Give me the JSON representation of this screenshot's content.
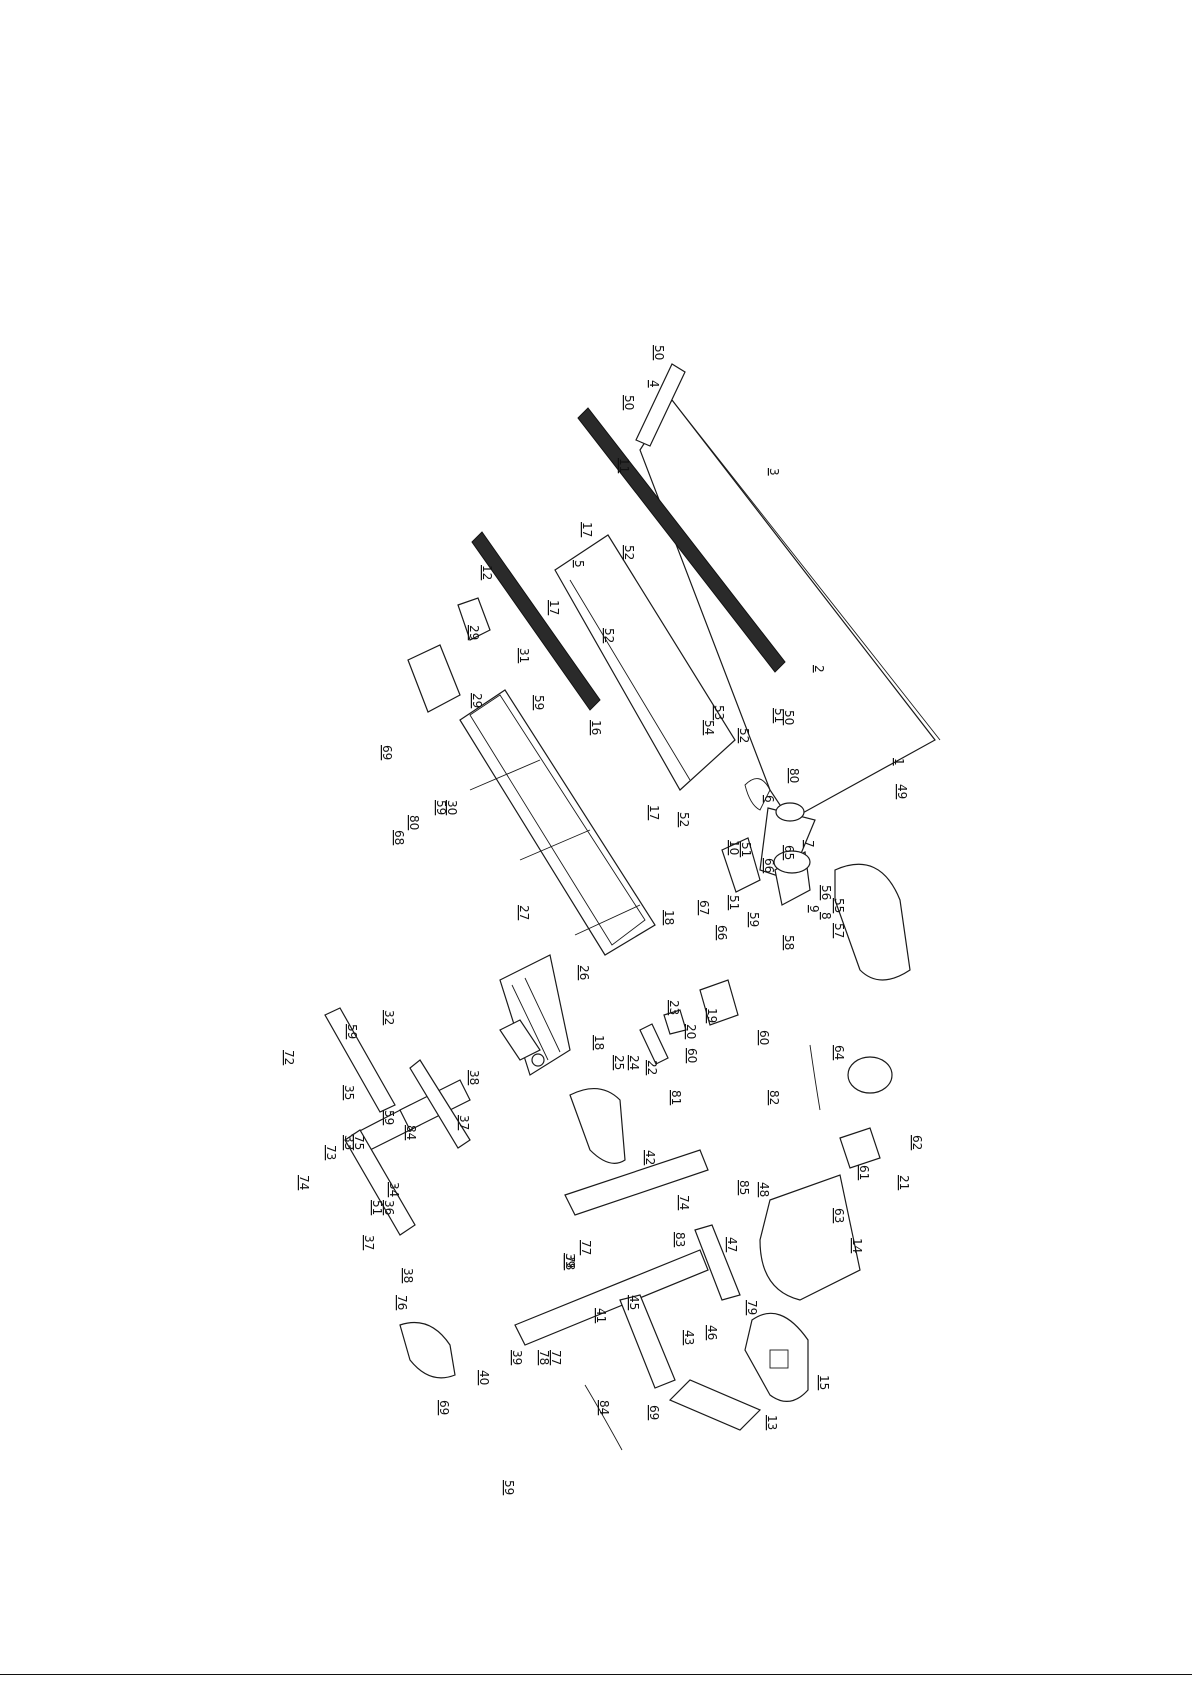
{
  "labels": [
    {
      "id": "p1",
      "text": "1"
    },
    {
      "id": "p2",
      "text": "2"
    },
    {
      "id": "p3",
      "text": "3"
    },
    {
      "id": "p4",
      "text": "4"
    },
    {
      "id": "p5",
      "text": "5"
    },
    {
      "id": "p6",
      "text": "6"
    },
    {
      "id": "p7",
      "text": "7"
    },
    {
      "id": "p8",
      "text": "8"
    },
    {
      "id": "p9",
      "text": "9"
    },
    {
      "id": "p10",
      "text": "10"
    },
    {
      "id": "p11",
      "text": "11"
    },
    {
      "id": "p12",
      "text": "12"
    },
    {
      "id": "p13",
      "text": "13"
    },
    {
      "id": "p14",
      "text": "14"
    },
    {
      "id": "p15",
      "text": "15"
    },
    {
      "id": "p16",
      "text": "16"
    },
    {
      "id": "p17a",
      "text": "17"
    },
    {
      "id": "p17b",
      "text": "17"
    },
    {
      "id": "p17c",
      "text": "17"
    },
    {
      "id": "p18a",
      "text": "18"
    },
    {
      "id": "p18b",
      "text": "18"
    },
    {
      "id": "p19",
      "text": "19"
    },
    {
      "id": "p20",
      "text": "20"
    },
    {
      "id": "p21",
      "text": "21"
    },
    {
      "id": "p22",
      "text": "22"
    },
    {
      "id": "p23",
      "text": "23"
    },
    {
      "id": "p24",
      "text": "24"
    },
    {
      "id": "p25",
      "text": "25"
    },
    {
      "id": "p26",
      "text": "26"
    },
    {
      "id": "p27",
      "text": "27"
    },
    {
      "id": "p29a",
      "text": "29"
    },
    {
      "id": "p29b",
      "text": "29"
    },
    {
      "id": "p30",
      "text": "30"
    },
    {
      "id": "p31",
      "text": "31"
    },
    {
      "id": "p32",
      "text": "32"
    },
    {
      "id": "p33",
      "text": "33"
    },
    {
      "id": "p34",
      "text": "34"
    },
    {
      "id": "p35",
      "text": "35"
    },
    {
      "id": "p36",
      "text": "36"
    },
    {
      "id": "p37a",
      "text": "37"
    },
    {
      "id": "p37b",
      "text": "37"
    },
    {
      "id": "p38a",
      "text": "38"
    },
    {
      "id": "p38b",
      "text": "38"
    },
    {
      "id": "p39a",
      "text": "39"
    },
    {
      "id": "p39b",
      "text": "39"
    },
    {
      "id": "p40",
      "text": "40"
    },
    {
      "id": "p41",
      "text": "41"
    },
    {
      "id": "p42",
      "text": "42"
    },
    {
      "id": "p43",
      "text": "43"
    },
    {
      "id": "p45",
      "text": "45"
    },
    {
      "id": "p46",
      "text": "46"
    },
    {
      "id": "p47",
      "text": "47"
    },
    {
      "id": "p48",
      "text": "48"
    },
    {
      "id": "p49",
      "text": "49"
    },
    {
      "id": "p50a",
      "text": "50"
    },
    {
      "id": "p50b",
      "text": "50"
    },
    {
      "id": "p50c",
      "text": "50"
    },
    {
      "id": "p51a",
      "text": "51"
    },
    {
      "id": "p51b",
      "text": "51"
    },
    {
      "id": "p51c",
      "text": "51"
    },
    {
      "id": "p51d",
      "text": "51"
    },
    {
      "id": "p52a",
      "text": "52"
    },
    {
      "id": "p52b",
      "text": "52"
    },
    {
      "id": "p52c",
      "text": "52"
    },
    {
      "id": "p52d",
      "text": "52"
    },
    {
      "id": "p53",
      "text": "53"
    },
    {
      "id": "p54",
      "text": "54"
    },
    {
      "id": "p55",
      "text": "55"
    },
    {
      "id": "p56",
      "text": "56"
    },
    {
      "id": "p57",
      "text": "57"
    },
    {
      "id": "p58",
      "text": "58"
    },
    {
      "id": "p59a",
      "text": "59"
    },
    {
      "id": "p59b",
      "text": "59"
    },
    {
      "id": "p59c",
      "text": "59"
    },
    {
      "id": "p59d",
      "text": "59"
    },
    {
      "id": "p59e",
      "text": "59"
    },
    {
      "id": "p59f",
      "text": "59"
    },
    {
      "id": "p60a",
      "text": "60"
    },
    {
      "id": "p60b",
      "text": "60"
    },
    {
      "id": "p61",
      "text": "61"
    },
    {
      "id": "p62",
      "text": "62"
    },
    {
      "id": "p63",
      "text": "63"
    },
    {
      "id": "p64",
      "text": "64"
    },
    {
      "id": "p65",
      "text": "65"
    },
    {
      "id": "p66a",
      "text": "66"
    },
    {
      "id": "p66b",
      "text": "66"
    },
    {
      "id": "p67",
      "text": "67"
    },
    {
      "id": "p68",
      "text": "68"
    },
    {
      "id": "p69a",
      "text": "69"
    },
    {
      "id": "p69b",
      "text": "69"
    },
    {
      "id": "p69c",
      "text": "69"
    },
    {
      "id": "p72",
      "text": "72"
    },
    {
      "id": "p73",
      "text": "73"
    },
    {
      "id": "p74a",
      "text": "74"
    },
    {
      "id": "p74b",
      "text": "74"
    },
    {
      "id": "p75",
      "text": "75"
    },
    {
      "id": "p76",
      "text": "76"
    },
    {
      "id": "p77a",
      "text": "77"
    },
    {
      "id": "p77b",
      "text": "77"
    },
    {
      "id": "p78a",
      "text": "78"
    },
    {
      "id": "p78b",
      "text": "78"
    },
    {
      "id": "p79",
      "text": "79"
    },
    {
      "id": "p80a",
      "text": "80"
    },
    {
      "id": "p80b",
      "text": "80"
    },
    {
      "id": "p81",
      "text": "81"
    },
    {
      "id": "p82",
      "text": "82"
    },
    {
      "id": "p83",
      "text": "83"
    },
    {
      "id": "p84a",
      "text": "84"
    },
    {
      "id": "p84b",
      "text": "84"
    },
    {
      "id": "p85",
      "text": "85"
    }
  ]
}
